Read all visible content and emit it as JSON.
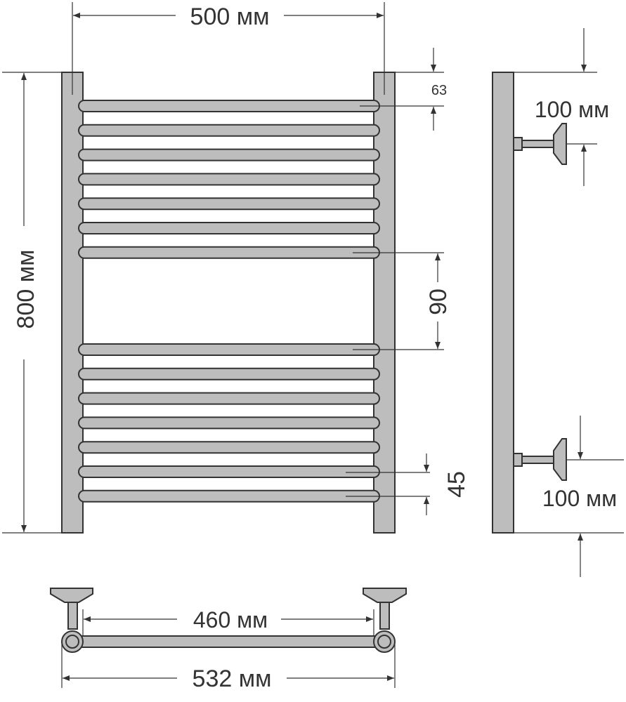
{
  "front_view": {
    "width_label": "500 мм",
    "height_label": "800 мм",
    "top_offset_label": "63",
    "gap_label": "90",
    "bottom_pitch_label": "45",
    "rail_count_upper": 7,
    "rail_count_lower": 7
  },
  "side_view": {
    "top_bracket_label": "100 мм",
    "bottom_bracket_label": "100 мм"
  },
  "top_view": {
    "inner_width_label": "460 мм",
    "outer_width_label": "532 мм"
  }
}
